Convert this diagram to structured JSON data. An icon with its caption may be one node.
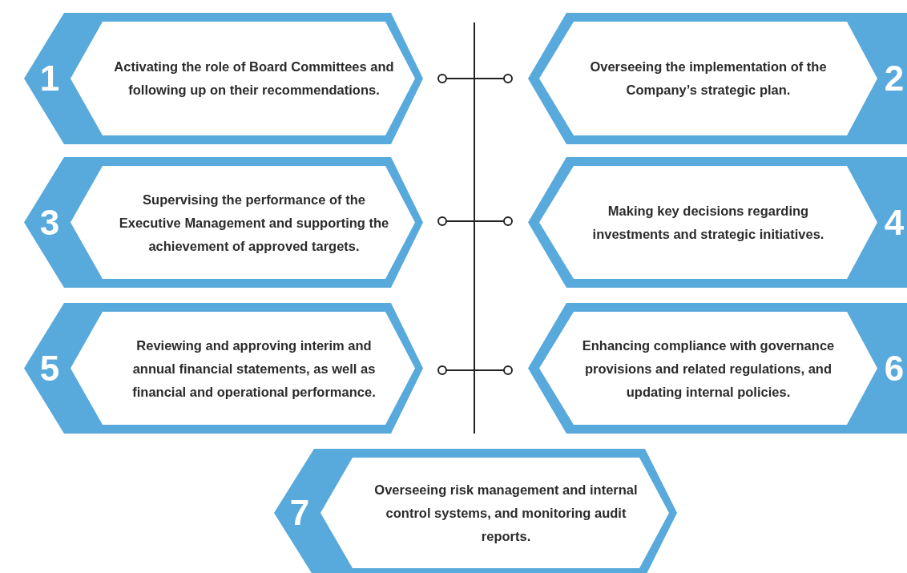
{
  "diagram": {
    "nodes": [
      {
        "text": [
          "1",
          "Activating the role of Board Committees and following up on their recommendations."
        ]
      },
      {
        "text": [
          "Overseeing the implementation of the Company’s strategic plan.",
          "2"
        ]
      },
      {
        "text": [
          "3",
          "Supervising the performance of the Executive Management and supporting the achievement of approved targets."
        ]
      },
      {
        "text": [
          "Making key decisions regarding investments and strategic initiatives.",
          "4"
        ]
      },
      {
        "text": [
          "5",
          "Reviewing and approving interim and annual financial statements, as well as financial and operational performance."
        ]
      },
      {
        "text": [
          "Enhancing compliance with governance provisions and related regulations, and updating internal policies.",
          "6"
        ]
      },
      {
        "text": [
          "7",
          "Overseeing risk management and internal control systems, and monitoring audit reports."
        ]
      }
    ]
  }
}
